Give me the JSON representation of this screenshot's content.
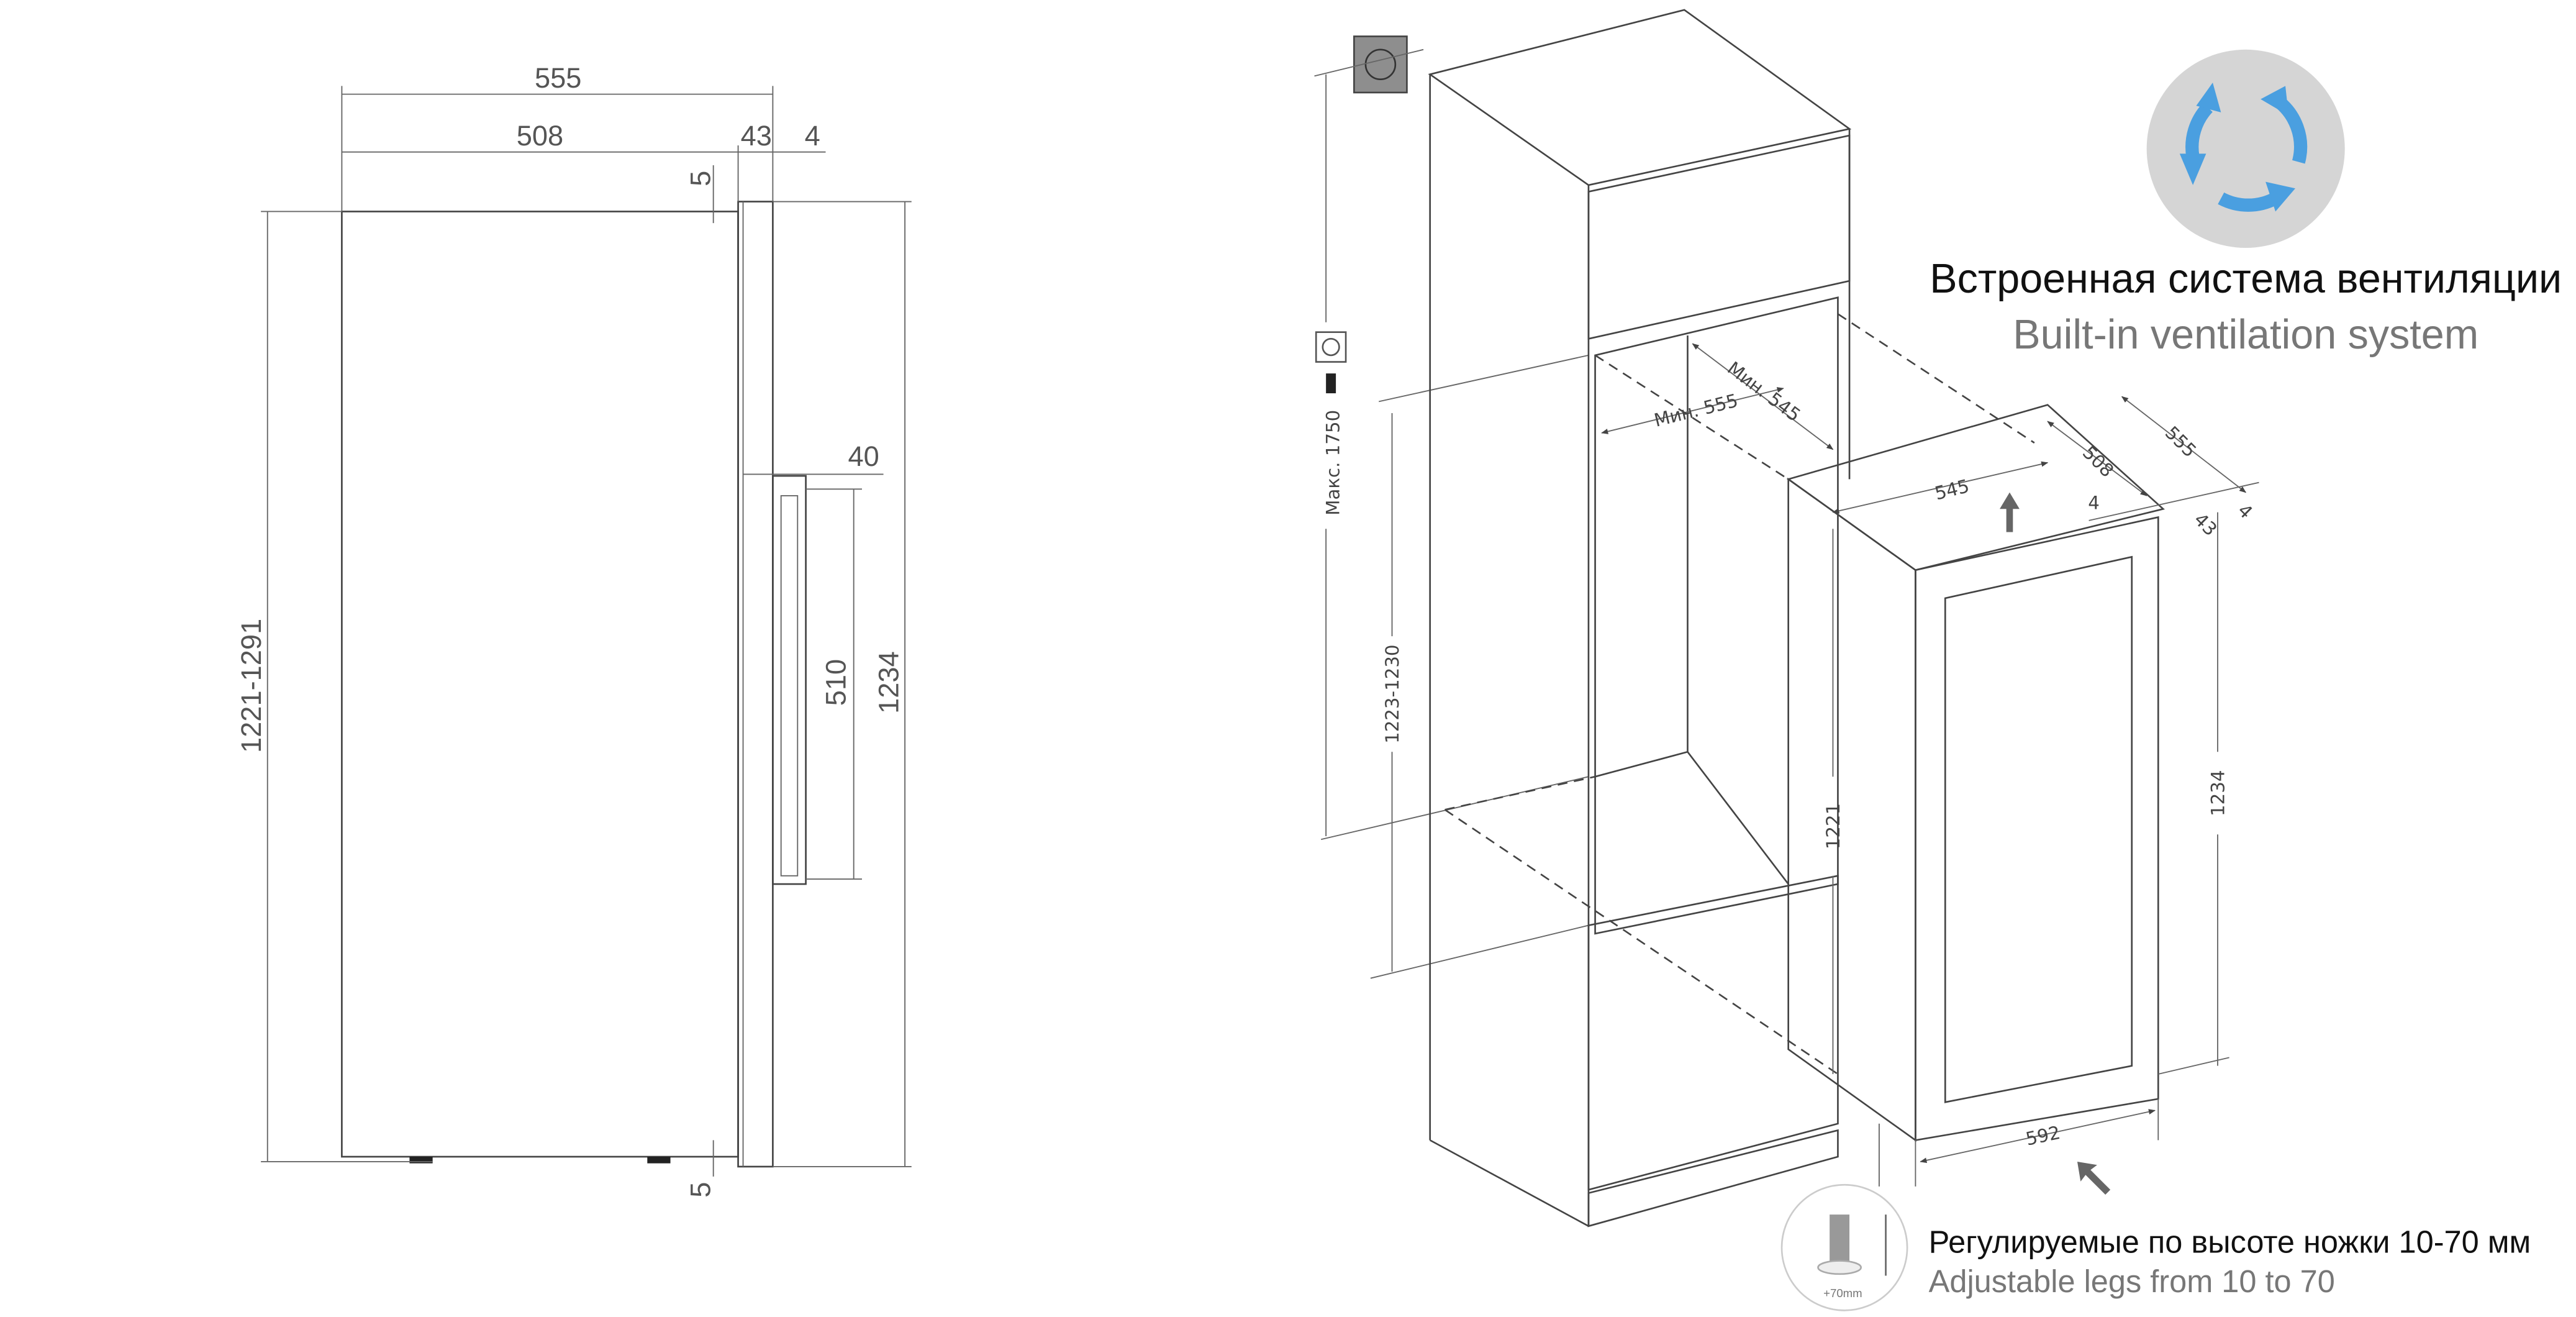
{
  "side_view": {
    "dimensions": {
      "total_depth": "555",
      "body_depth": "508",
      "door_thickness": "43",
      "gap": "4",
      "top_gap": "5",
      "bottom_gap": "5",
      "handle_depth": "40",
      "handle_length": "510",
      "door_height": "1234",
      "body_height": "1221-1291"
    }
  },
  "installation_view": {
    "dimensions": {
      "max_socket_height": "Макс. 1750",
      "niche_height": "1223-1230",
      "niche_width_min": "Мин. 555",
      "niche_depth_min": "Мин. 545",
      "unit_width": "545",
      "unit_depth": "508",
      "total_depth": "555",
      "gap_a": "4",
      "door_thickness": "43",
      "gap_b": "4",
      "unit_height": "1221",
      "door_height": "1234",
      "door_width": "592"
    },
    "leg_badge": "+70mm"
  },
  "features": [
    {
      "icon": "ventilation-cycle-icon",
      "title": "Встроенная система вентиляции",
      "subtitle": "Built-in ventilation system"
    },
    {
      "icon": "adjustable-leg-icon",
      "title": "Регулируемые по высоте ножки 10-70 мм",
      "subtitle": "Adjustable legs from 10 to 70"
    }
  ],
  "colors": {
    "accent_blue": "#4a9fe0",
    "icon_bg": "#d5d5d5",
    "niche_gray": "#c4c4c4"
  }
}
